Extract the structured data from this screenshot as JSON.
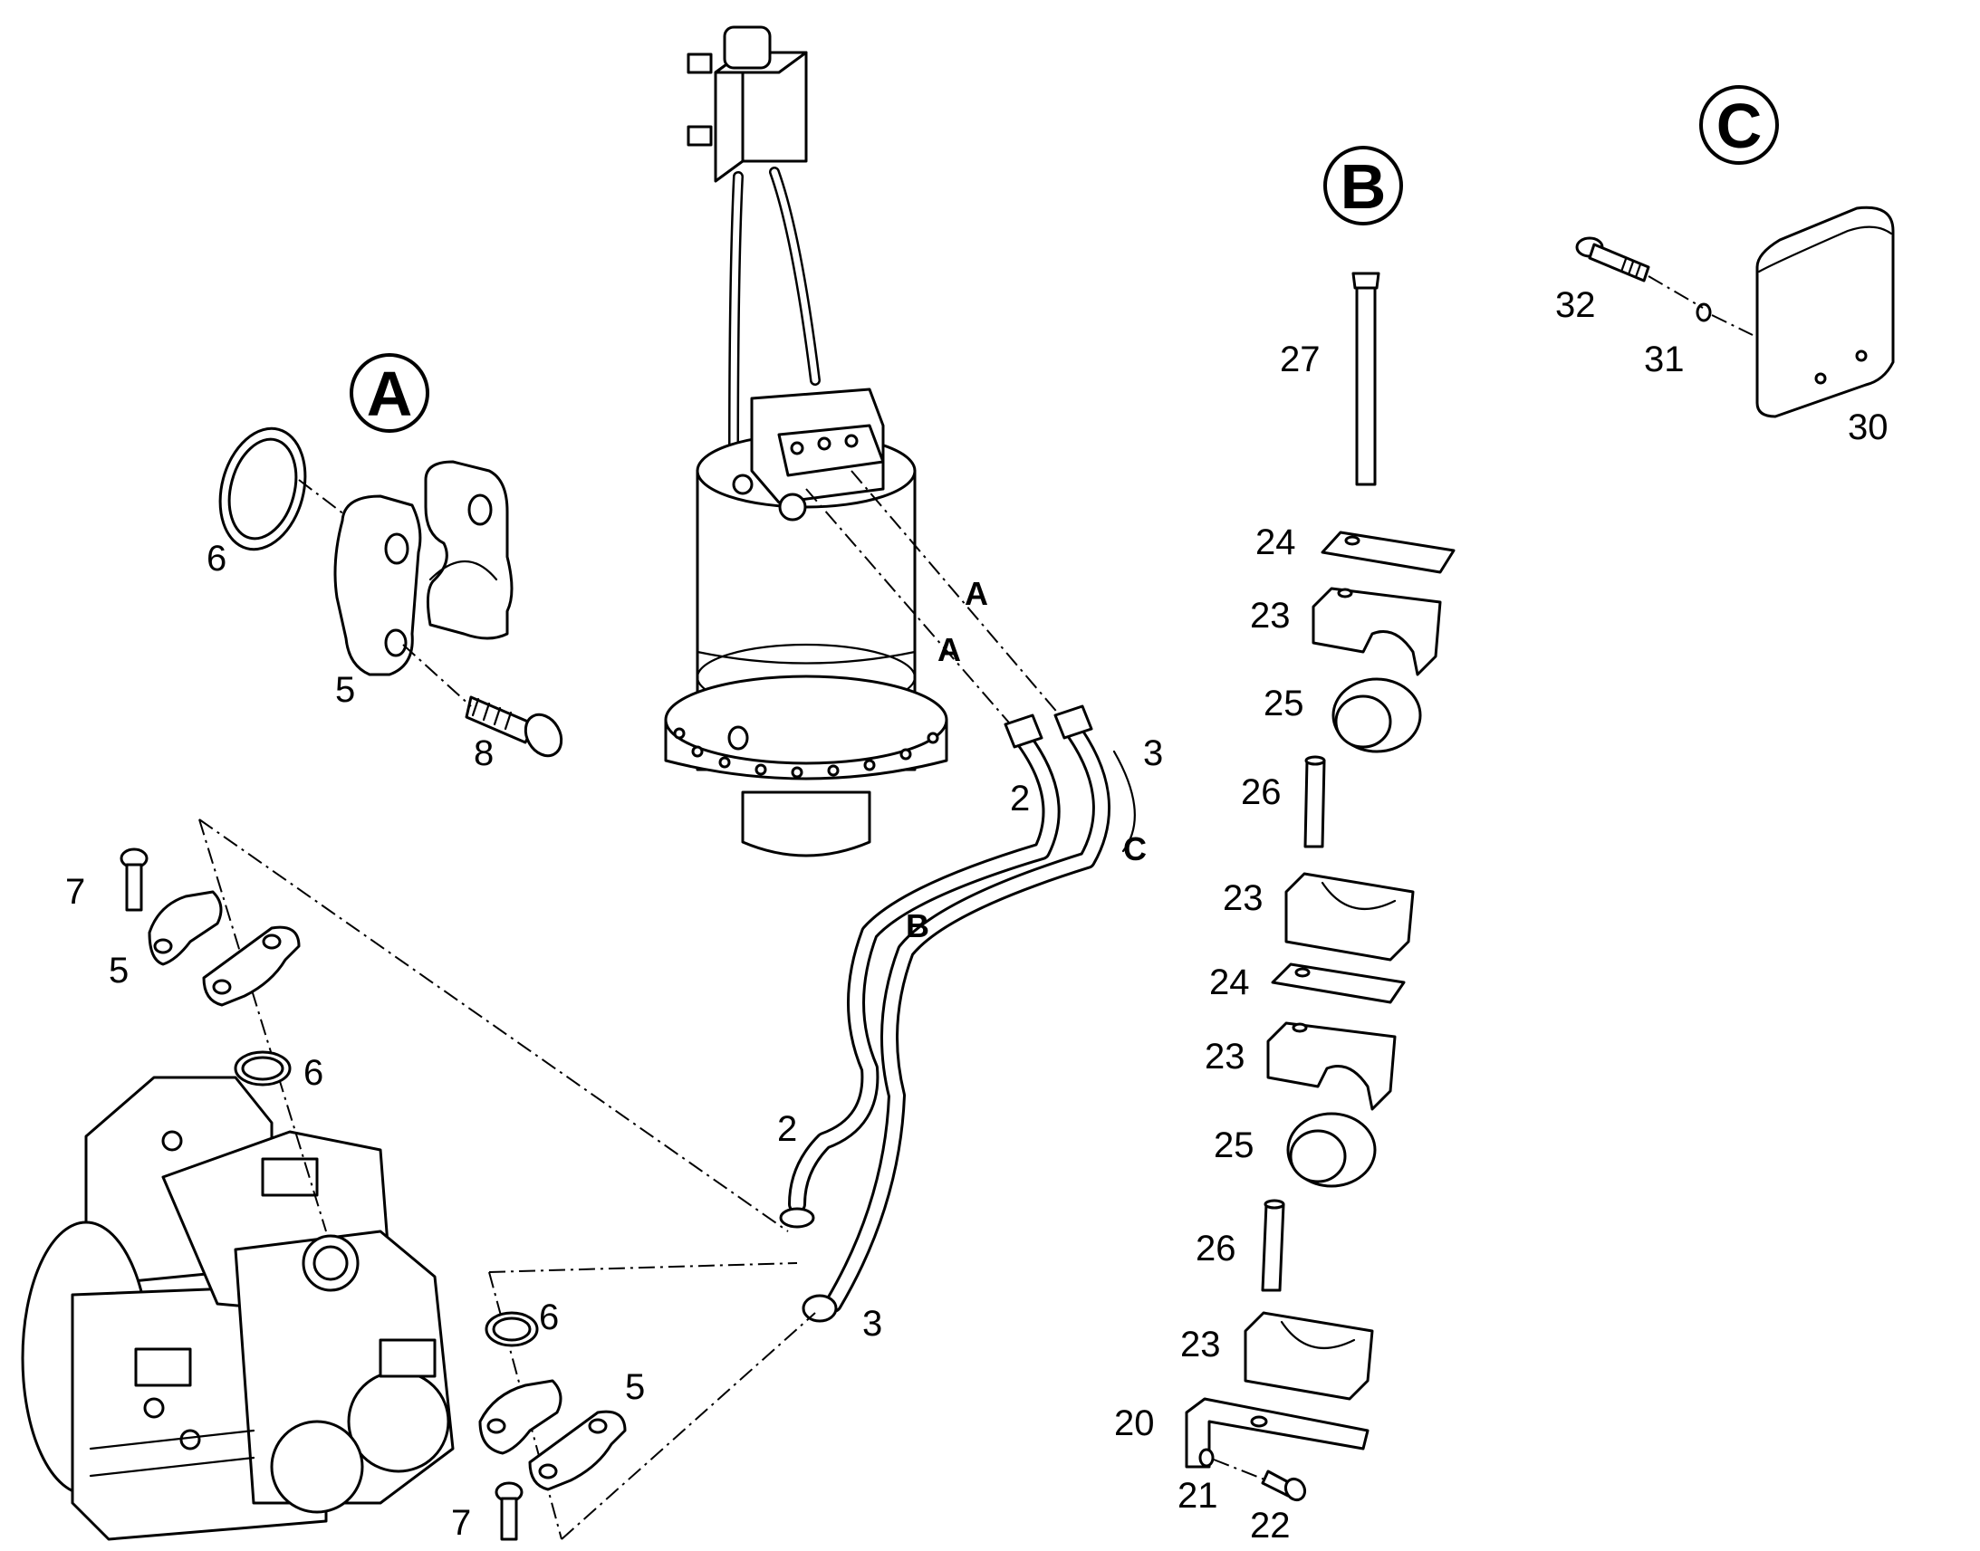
{
  "groups": {
    "A": "A",
    "B": "B",
    "C": "C"
  },
  "hose_labels": {
    "a_upper": "A",
    "a_lower": "A",
    "b": "B",
    "c": "C"
  },
  "callouts": {
    "p2_top": "2",
    "p3_top": "3",
    "p2_bottom": "2",
    "p3_bottom": "3",
    "p5_a": "5",
    "p5_left": "5",
    "p5_right": "5",
    "p6_a": "6",
    "p6_left": "6",
    "p6_right": "6",
    "p7_top": "7",
    "p7_bottom": "7",
    "p8": "8",
    "p20": "20",
    "p21": "21",
    "p22": "22",
    "p23_1": "23",
    "p23_2": "23",
    "p23_3": "23",
    "p23_4": "23",
    "p24_1": "24",
    "p24_2": "24",
    "p25_1": "25",
    "p25_2": "25",
    "p26_1": "26",
    "p26_2": "26",
    "p27": "27",
    "p30": "30",
    "p31": "31",
    "p32": "32"
  }
}
